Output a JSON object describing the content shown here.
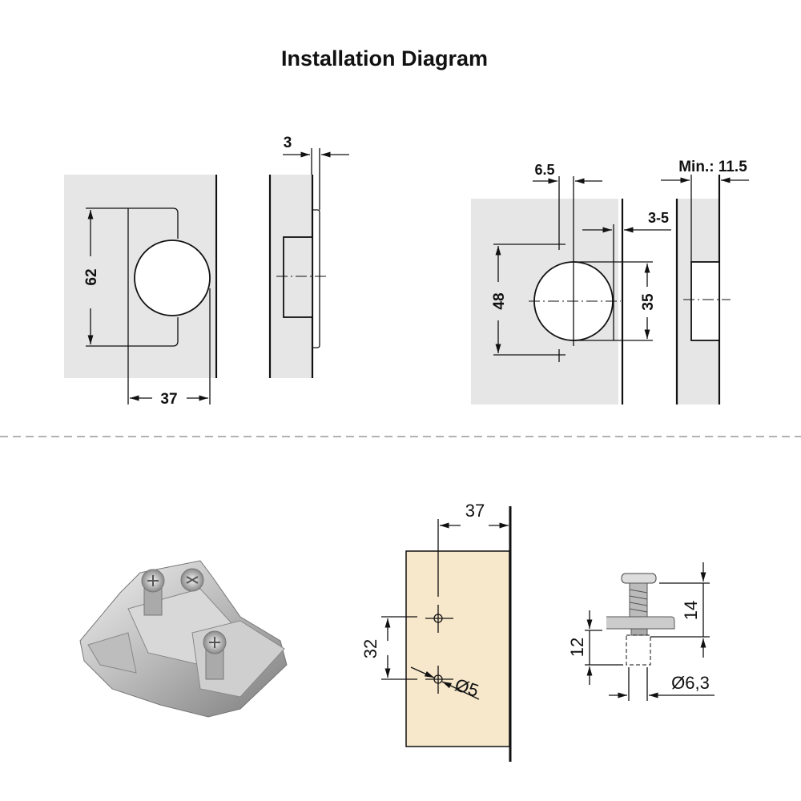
{
  "title": "Installation Diagram",
  "panel_cup_dims": {
    "height": "62",
    "width": "37"
  },
  "panel_side_dims": {
    "thickness": "3"
  },
  "panel_drill_dims": {
    "offset": "6.5",
    "edge": "3-5",
    "span": "48",
    "diameter": "35"
  },
  "panel_side_drill_dims": {
    "min_depth": "Min.: 11.5"
  },
  "mounting_plate_dims": {
    "distance": "37",
    "spacing": "32",
    "hole": "Ø5"
  },
  "screw_dims": {
    "length": "14",
    "depth": "12",
    "diameter": "Ø6,3"
  },
  "colors": {
    "panel": "#e6e6e6",
    "wood": "#f7e7cb",
    "line": "#111111",
    "divider": "#999999"
  }
}
